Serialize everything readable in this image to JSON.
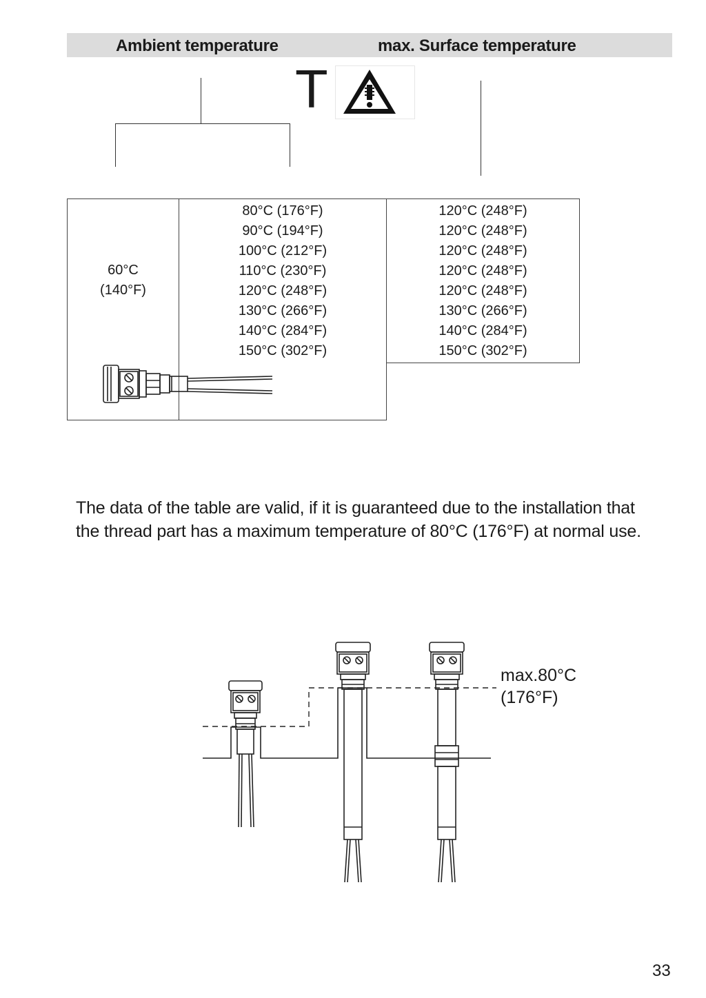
{
  "header": {
    "ambient_label": "Ambient temperature",
    "surface_label": "max. Surface temperature"
  },
  "symbol": {
    "letter": "T",
    "warning_icon": "warning-triangle-icon"
  },
  "table": {
    "ambient": [
      "60°C",
      "(140°F)"
    ],
    "process": [
      "80°C (176°F)",
      "90°C (194°F)",
      "100°C (212°F)",
      "110°C (230°F)",
      "120°C (248°F)",
      "130°C (266°F)",
      "140°C (284°F)",
      "150°C (302°F)"
    ],
    "surface": [
      "120°C (248°F)",
      "120°C (248°F)",
      "120°C (248°F)",
      "120°C (248°F)",
      "120°C (248°F)",
      "130°C (266°F)",
      "140°C (284°F)",
      "150°C (302°F)"
    ]
  },
  "note": {
    "line1": "The data of the table are valid, if it is guaranteed due to the installation that",
    "line2": "the thread part has a maximum temperature of 80°C (176°F) at normal use."
  },
  "diagram": {
    "max_line1": "max.80°C",
    "max_line2": "(176°F)"
  },
  "page_number": "33"
}
